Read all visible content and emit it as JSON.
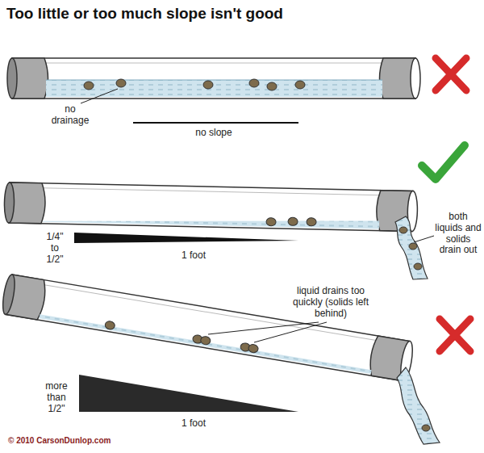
{
  "diagram": {
    "title": "Too little or too much slope isn't good",
    "labels": [
      "no drainage",
      "no slope",
      "1/4\" to 1/2\"",
      "1 foot",
      "both liquids and solids drain out",
      "liquid drains too quickly (solids left behind)",
      "more than 1/2\"",
      "1 foot",
      "© 2010 CarsonDunlop.com"
    ]
  }
}
